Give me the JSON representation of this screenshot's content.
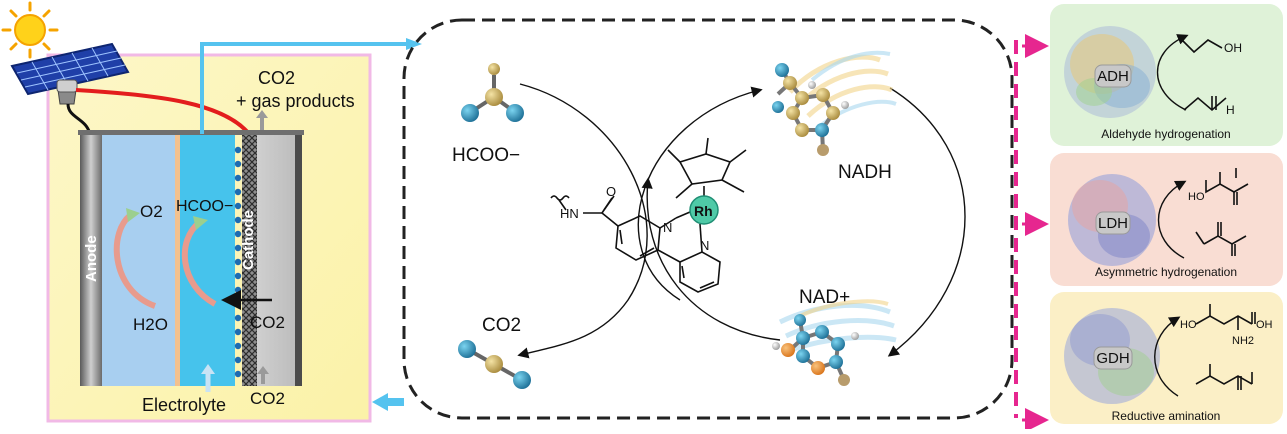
{
  "electrolyzer": {
    "co2_gas_line1": "CO2",
    "co2_gas_line2": "+ gas products",
    "anode_label": "Anode",
    "cathode_label": "Cathode",
    "o2_label": "O2",
    "h2o_label": "H2O",
    "hcoo_label": "HCOO−",
    "co2_in_label": "CO2",
    "electrolyte_label": "Electrolyte",
    "co2_bottom_label": "CO2"
  },
  "cycle": {
    "hcoo_label": "HCOO−",
    "co2_label": "CO2",
    "nadh_label": "NADH",
    "nad_label": "NAD+",
    "catalyst_metal": "Rh",
    "catalyst_hn": "HN",
    "catalyst_o": "O",
    "catalyst_n1": "N",
    "catalyst_n2": "N"
  },
  "panels": [
    {
      "enzyme": "ADH",
      "caption": "Aldehyde hydrogenation",
      "product_oh": "OH",
      "substrate_h": "H",
      "color": "#dff2d8"
    },
    {
      "enzyme": "LDH",
      "caption": "Asymmetric hydrogenation",
      "product_ho": "HO",
      "color": "#f9ddd3"
    },
    {
      "enzyme": "GDH",
      "caption": "Reductive amination",
      "product_ho": "HO",
      "product_oh": "OH",
      "product_nh2": "NH2",
      "color": "#fbefc6"
    }
  ],
  "colors": {
    "cycle_border": "#222222",
    "dash_accent": "#e6268f",
    "flow_arrow": "#55c3ef",
    "electrolyzer_frame": "#f1b9e6",
    "catholyte": "#46c3ec",
    "wire": "#e31d1d"
  },
  "icons": [
    "sun-icon",
    "solar-panel-icon",
    "lamp-icon"
  ]
}
